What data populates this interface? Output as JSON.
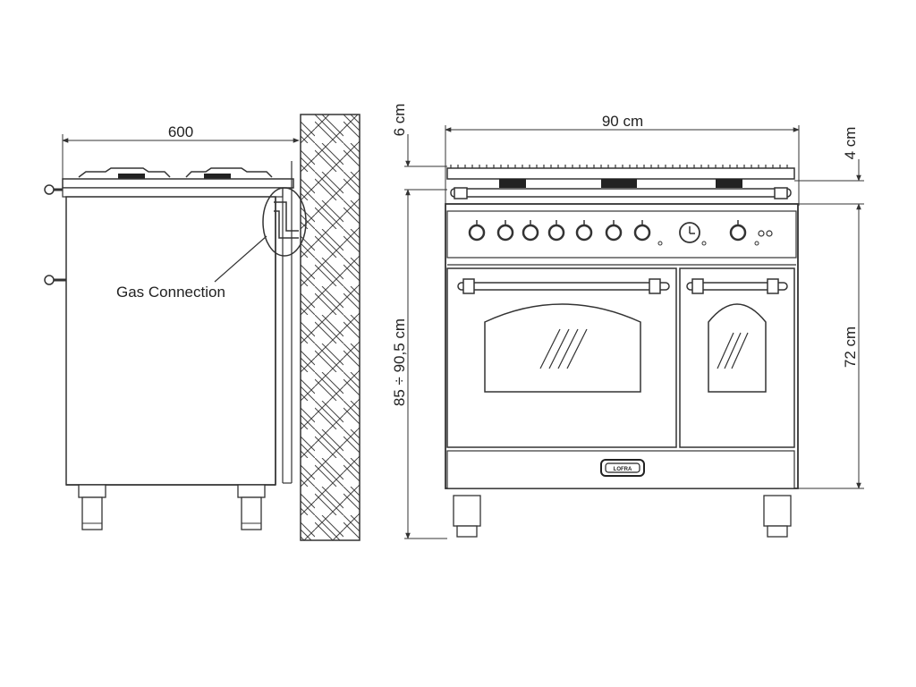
{
  "side_view": {
    "width_label": "600",
    "callout_label": "Gas Connection"
  },
  "front_view": {
    "width_label": "90 cm",
    "top_offset_label": "6 cm",
    "right_top_label": "4 cm",
    "height_range_label": "85 ÷ 90,5 cm",
    "body_height_label": "72 cm",
    "badge_label": "LOFRA"
  }
}
